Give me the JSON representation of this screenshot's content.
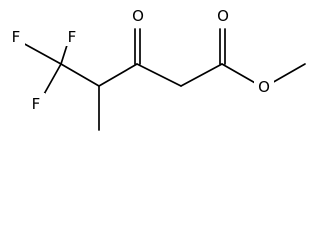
{
  "molecule": {
    "atoms": {
      "f1": "F",
      "f2": "F",
      "f3": "F",
      "ketone_o": "O",
      "carbonyl_o": "O",
      "ester_o": "O"
    }
  },
  "colors": {
    "bond": "#000000",
    "label": "#000000",
    "background": "#ffffff"
  }
}
